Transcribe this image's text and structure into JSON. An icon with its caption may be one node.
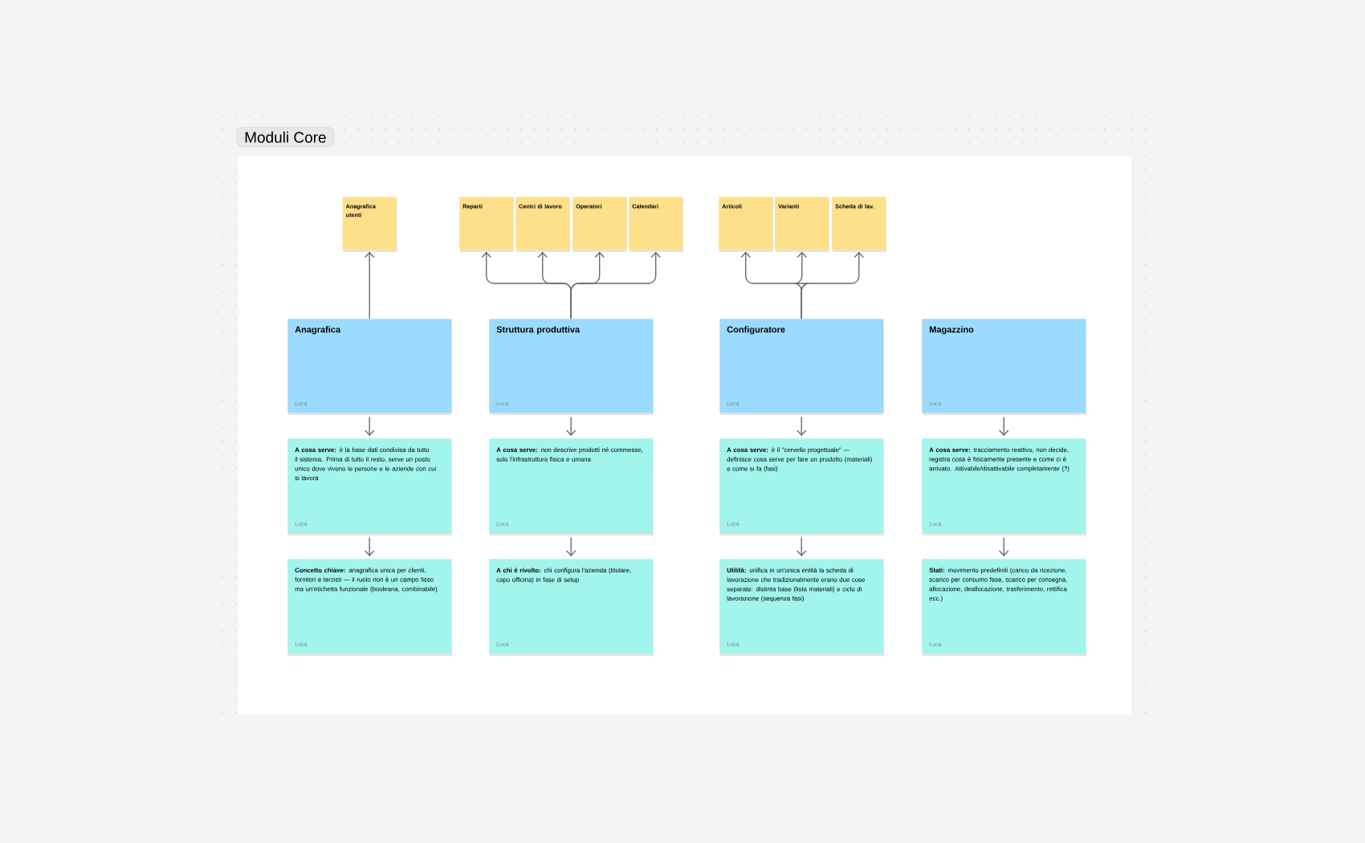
{
  "diagram": {
    "nodes": [
      {
        "text": [
          "Moduli Core"
        ]
      },
      {
        "text": [
          "Anagrafica utenti"
        ],
        "in": 0
      },
      {
        "text": [
          "Reparti"
        ],
        "in": 0
      },
      {
        "text": [
          "Centri di lavoro"
        ],
        "in": 0
      },
      {
        "text": [
          "Operatori"
        ],
        "in": 0
      },
      {
        "text": [
          "Calendari"
        ],
        "in": 0
      },
      {
        "text": [
          "Articoli"
        ],
        "in": 0
      },
      {
        "text": [
          "Varianti"
        ],
        "in": 0
      },
      {
        "text": [
          "Scheda di lav."
        ],
        "in": 0
      },
      {
        "text": [
          "Anagrafica",
          "Luca"
        ],
        "in": 0
      },
      {
        "text": [
          "Struttura produttiva",
          "Luca"
        ],
        "in": 0
      },
      {
        "text": [
          "Configuratore",
          "Luca"
        ],
        "in": 0
      },
      {
        "text": [
          "Magazzino",
          "Luca"
        ],
        "in": 0
      },
      {
        "text": [
          "**A cosa serve:** è la base dati condivisa da tutto il sistema. Prima di tutto il resto, serve un posto unico dove vivono le persone e le aziende con cui si lavora",
          "Luca"
        ],
        "in": 0
      },
      {
        "text": [
          "**A cosa serve:** non descrive prodotti né commesse, solo l'infrastruttura fisica e umana",
          "Luca"
        ],
        "in": 0
      },
      {
        "text": [
          "**A cosa serve:** è il \"cervello progettuale\" — definisce cosa serve per fare un prodotto (materiali) e come si fa (fasi)",
          "Luca"
        ],
        "in": 0
      },
      {
        "text": [
          "**A cosa serve:** tracciamento reattivo, non decide, registra cosa è fisicamente presente e come ci è arrivato. Attivabile/disattivabile completamente (?)",
          "Luca"
        ],
        "in": 0
      },
      {
        "text": [
          "**Concetto chiave:** anagrafica unica per clienti, fornitori e terzisti — il ruolo non è un campo fisso ma un'etichetta funzionale (booleana, combinabile)",
          "Luca"
        ],
        "in": 0
      },
      {
        "text": [
          "**A chi è rivolto:** chi configura l'azienda (titolare, capo officina) in fase di setup",
          "Luca"
        ],
        "in": 0
      },
      {
        "text": [
          "**Utilità:** unifica in un'unica entità la scheda di lavorazione che tradizionalmente erano due cose separate: distinta base (lista materiali) e ciclo di lavorazione (sequenza fasi)",
          "Luca"
        ],
        "in": 0
      },
      {
        "text": [
          "**Stati:** movimento predefiniti (carico da ricezione, scarico per consumo fase, scarico per consegna, allocazione, deallocazione, trasferimento, rettifica ecc.)",
          "Luca"
        ],
        "in": 0
      }
    ],
    "edges": [
      {
        "from": 9,
        "to": 1,
        "arrow": "to"
      },
      {
        "from": 10,
        "to": 2,
        "arrow": "to"
      },
      {
        "from": 10,
        "to": 3,
        "arrow": "to"
      },
      {
        "from": 10,
        "to": 4,
        "arrow": "to"
      },
      {
        "from": 10,
        "to": 5,
        "arrow": "to"
      },
      {
        "from": 11,
        "to": 6,
        "arrow": "to"
      },
      {
        "from": 11,
        "to": 7,
        "arrow": "to"
      },
      {
        "from": 11,
        "to": 8,
        "arrow": "to"
      },
      {
        "from": 9,
        "to": 13,
        "arrow": "to"
      },
      {
        "from": 10,
        "to": 14,
        "arrow": "to"
      },
      {
        "from": 11,
        "to": 15,
        "arrow": "to"
      },
      {
        "from": 12,
        "to": 16,
        "arrow": "to"
      },
      {
        "from": 13,
        "to": 17,
        "arrow": "to"
      },
      {
        "from": 14,
        "to": 18,
        "arrow": "to"
      },
      {
        "from": 15,
        "to": 19,
        "arrow": "to"
      },
      {
        "from": 16,
        "to": 20,
        "arrow": "to"
      }
    ]
  }
}
